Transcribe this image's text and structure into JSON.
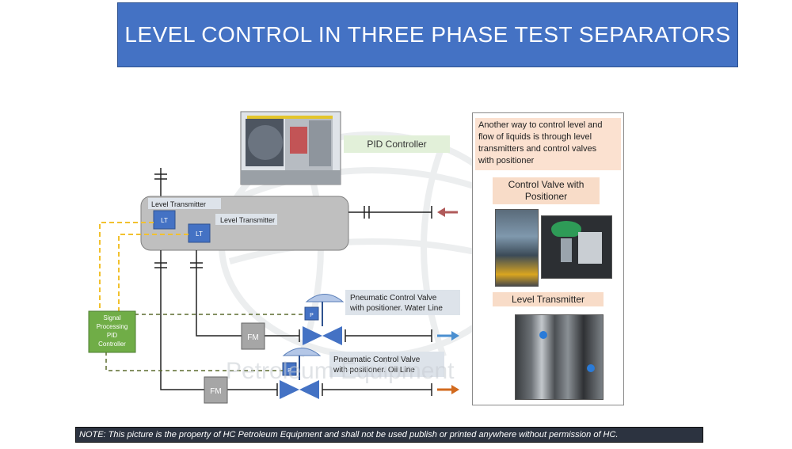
{
  "title": "LEVEL CONTROL IN THREE PHASE TEST SEPARATORS",
  "labels": {
    "pid_controller": "PID Controller",
    "level_transmitter_1": "Level Transmitter",
    "level_transmitter_2": "Level Transmitter",
    "lt_1": "LT",
    "lt_2": "LT",
    "signal_processing": [
      "Signal",
      "Processing",
      "PID",
      "Controller"
    ],
    "pcv_water": [
      "Pneumatic Control Valve",
      "with positioner. Water Line"
    ],
    "pcv_oil": [
      "Pneumatic Control Valve",
      "with positioner. Oil Line"
    ],
    "fm_water": "FM",
    "fm_oil": "FM",
    "p_water": "P",
    "p_oil": "P"
  },
  "panel": {
    "intro": [
      "Another way to control level and",
      "flow of liquids is through level",
      "transmitters and control valves",
      "with positioner"
    ],
    "cv_title": [
      "Control Valve with",
      "Positioner"
    ],
    "lt_title": "Level Transmitter"
  },
  "watermark": "Petroleum Equipment",
  "note": "NOTE: This picture is the property of HC Petroleum Equipment and shall not be used publish or printed anywhere without permission of HC.",
  "colors": {
    "banner": "#4472c4",
    "instrument_blue": "#4472c4",
    "controller_green": "#70ad47",
    "signal_yellow": "#f2c12e",
    "signal_olive": "#5b6b2e",
    "arrow_red": "#b05a5a",
    "arrow_blue": "#4a8fd0",
    "arrow_orange": "#d26a1e",
    "separator_gray": "#bfbfbf"
  }
}
